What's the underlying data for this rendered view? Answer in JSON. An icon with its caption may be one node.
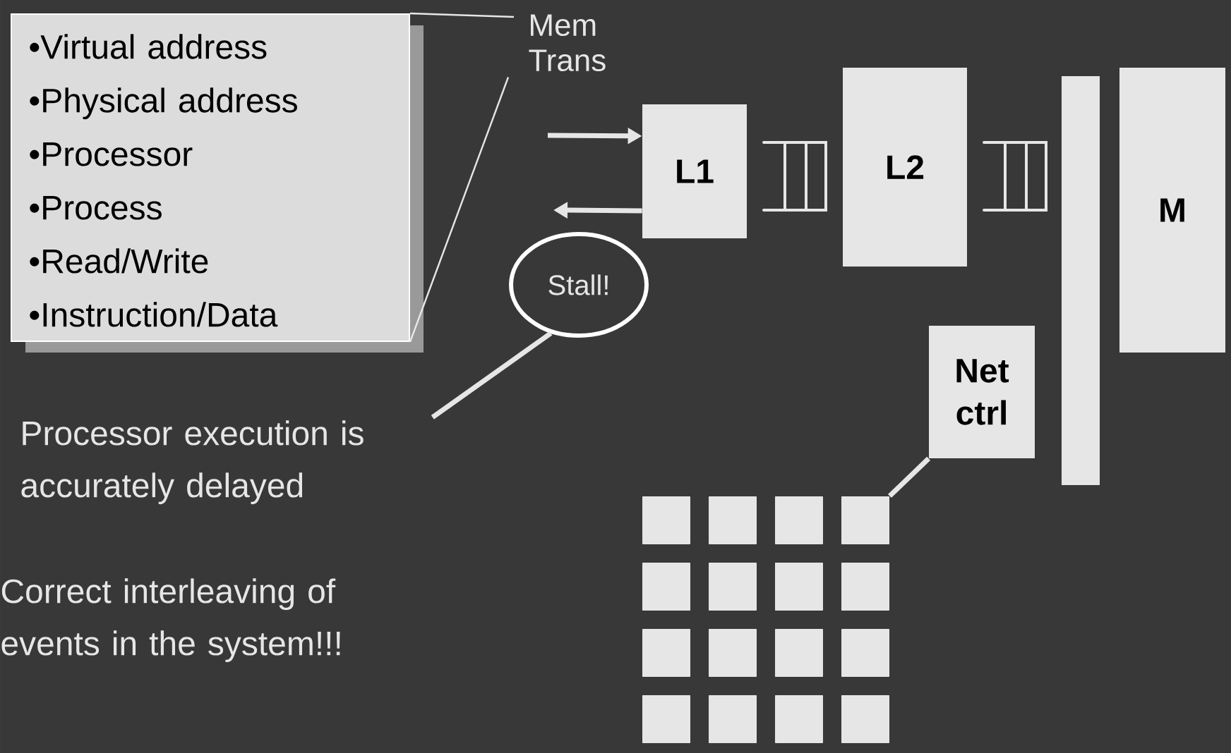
{
  "diagram": {
    "nodes": [
      {
        "text": [
          "•Virtual address",
          "•Physical address",
          "•Processor",
          "•Process",
          "•Read/Write",
          "•Instruction/Data"
        ]
      },
      {
        "text": [
          "Mem Trans"
        ]
      },
      {
        "text": [
          "L1"
        ]
      },
      {
        "text": [
          "L2"
        ]
      },
      {
        "text": [],
        "shape": "bar"
      },
      {
        "text": [
          "M"
        ]
      },
      {
        "text": [
          "Stall!"
        ]
      },
      {
        "text": [
          "Processor execution is accurately delayed"
        ]
      },
      {
        "text": [
          "Net ctrl"
        ]
      },
      {
        "text": [],
        "shape": "box"
      },
      {
        "text": [],
        "shape": "box"
      },
      {
        "text": [],
        "shape": "box"
      },
      {
        "text": [],
        "shape": "box"
      },
      {
        "text": [],
        "shape": "box"
      },
      {
        "text": [],
        "shape": "box"
      },
      {
        "text": [],
        "shape": "box"
      },
      {
        "text": [],
        "shape": "box"
      },
      {
        "text": [],
        "shape": "box"
      },
      {
        "text": [],
        "shape": "box"
      },
      {
        "text": [],
        "shape": "box"
      },
      {
        "text": [],
        "shape": "box"
      },
      {
        "text": [],
        "shape": "box"
      },
      {
        "text": [],
        "shape": "box"
      },
      {
        "text": [],
        "shape": "box"
      },
      {
        "text": [],
        "shape": "box"
      }
    ],
    "edges": [
      {
        "from": 0,
        "to": 1,
        "arrow": "none"
      },
      {
        "from": 0,
        "to": 1,
        "arrow": "none"
      },
      {
        "from": null,
        "to": 2,
        "arrow": "to"
      },
      {
        "from": 2,
        "to": null,
        "arrow": "to"
      },
      {
        "from": 6,
        "to": 7,
        "arrow": "none"
      },
      {
        "from": 8,
        "to": 12,
        "arrow": "none"
      }
    ],
    "labels": [
      "Correct interleaving of events in the system!!!"
    ]
  }
}
